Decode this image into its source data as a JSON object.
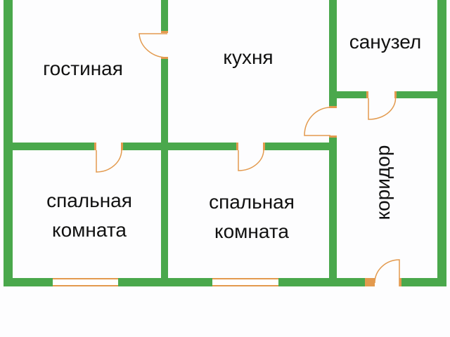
{
  "colors": {
    "wall": "#4aa84c",
    "door": "#e39a4e",
    "text": "#111111"
  },
  "rooms": {
    "living": "гостиная",
    "kitchen": "кухня",
    "bathroom": "санузел",
    "bedroom1_line1": "спальная",
    "bedroom1_line2": "комната",
    "bedroom2_line1": "спальная",
    "bedroom2_line2": "комната",
    "corridor": "коридор"
  }
}
